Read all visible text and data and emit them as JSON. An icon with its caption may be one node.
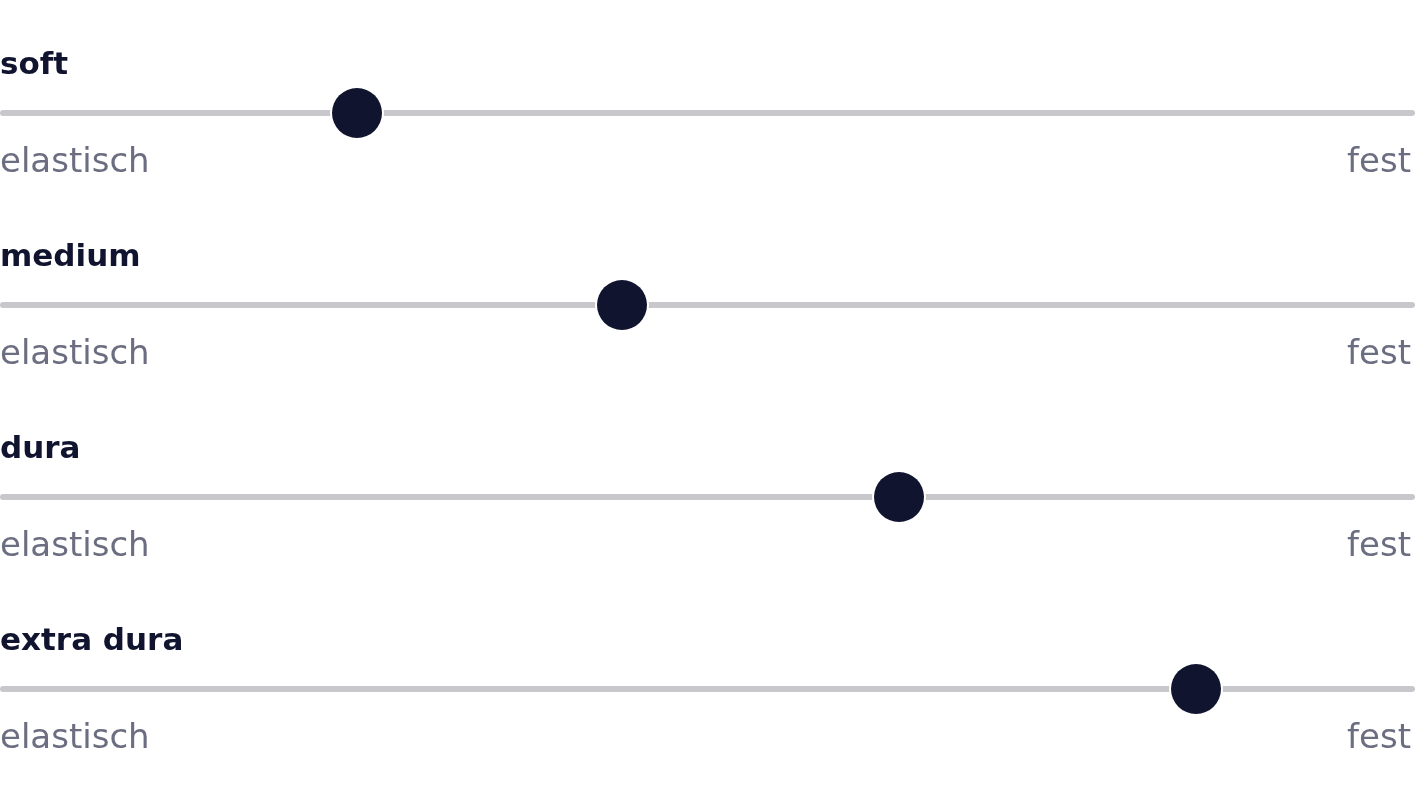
{
  "diagram": {
    "labels": [
      "soft",
      "elastisch",
      "fest",
      "medium",
      "elastisch",
      "fest",
      "dura",
      "elastisch",
      "fest",
      "extra dura",
      "elastisch",
      "fest"
    ]
  }
}
